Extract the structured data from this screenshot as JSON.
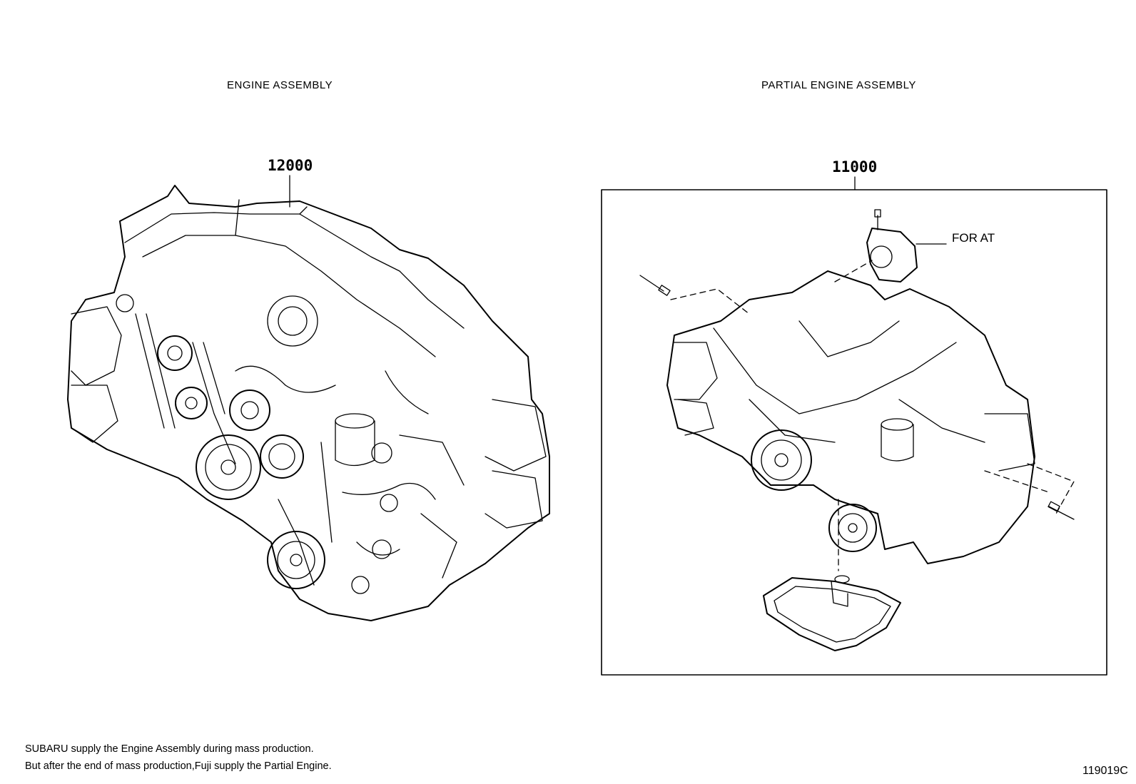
{
  "titles": {
    "engine_assembly": "ENGINE ASSEMBLY",
    "partial_engine_assembly": "PARTIAL ENGINE ASSEMBLY"
  },
  "part_numbers": {
    "engine_assembly": "12000",
    "partial_engine_assembly": "11000"
  },
  "callouts": {
    "for_at": "FOR AT"
  },
  "notes": {
    "line1": "SUBARU supply the Engine Assembly during mass production.",
    "line2": "But after the end of mass production,Fuji supply the Partial Engine."
  },
  "diagram_id": "119019C"
}
